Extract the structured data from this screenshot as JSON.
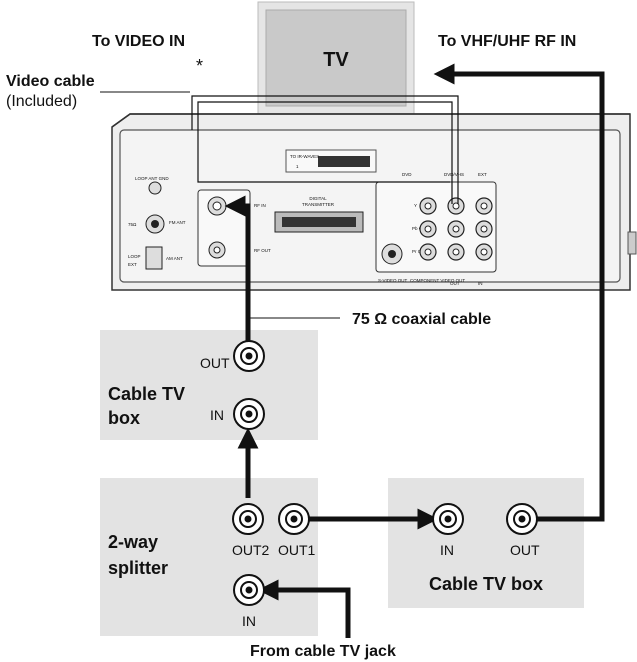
{
  "labels": {
    "to_video_in": "To VIDEO IN",
    "to_vhf_uhf": "To VHF/UHF RF IN",
    "video_cable": "Video cable",
    "included": "(Included)",
    "asterisk": "*",
    "tv": "TV",
    "coaxial": "75 Ω coaxial cable",
    "cable_box_top_line1": "Cable TV",
    "cable_box_top_line2": "box",
    "out": "OUT",
    "in": "IN",
    "splitter_line1": "2-way",
    "splitter_line2": "splitter",
    "out2": "OUT2",
    "out1": "OUT1",
    "cable_box_right": "Cable TV box",
    "from_jack": "From cable TV jack"
  },
  "panel": {
    "rf_in": "RF IN",
    "rf_out": "RF OUT",
    "digital": "DIGITAL",
    "transmitter": "TRANSMITTER",
    "dvd": "DVD",
    "dvd_vhs": "DVD/VHS",
    "ext": "EXT",
    "svideo_out": "S-VIDEO OUT",
    "component_out": "COMPONENT VIDEO OUT",
    "panel_out": "OUT",
    "panel_in": "IN",
    "y": "Y",
    "pb": "Pb Cb",
    "pr": "Pr Cr",
    "fm_ant": "FM ANT",
    "am_ant": "AM ANT",
    "ohm75": "75Ω",
    "loop": "LOOP",
    "ext_small": "EXT",
    "gnd": "LOOP ANT GND",
    "to_ir": "TO IR-WAVES",
    "uplink": "1"
  },
  "colors": {
    "box_fill": "#e3e3e3",
    "tv_fill": "#c9c9c9",
    "cable": "#111111",
    "panel_fill": "#f2f2f2"
  }
}
